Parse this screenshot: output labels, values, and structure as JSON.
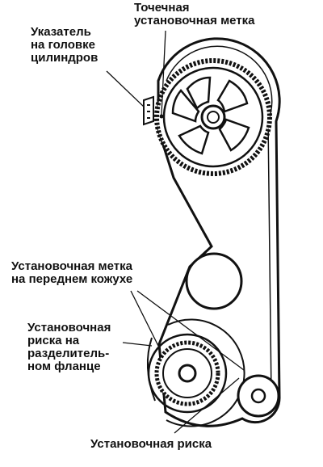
{
  "labels": {
    "dot_mark": "Точечная\nустановочная метка",
    "head_pointer": "Указатель\nна головке\nцилиндров",
    "front_cover_mark": "Установочная метка\nна переднем кожухе",
    "flange_mark": "Установочная\nриска на\nразделитель-\nном фланце",
    "bottom_mark": "Установочная риска"
  }
}
